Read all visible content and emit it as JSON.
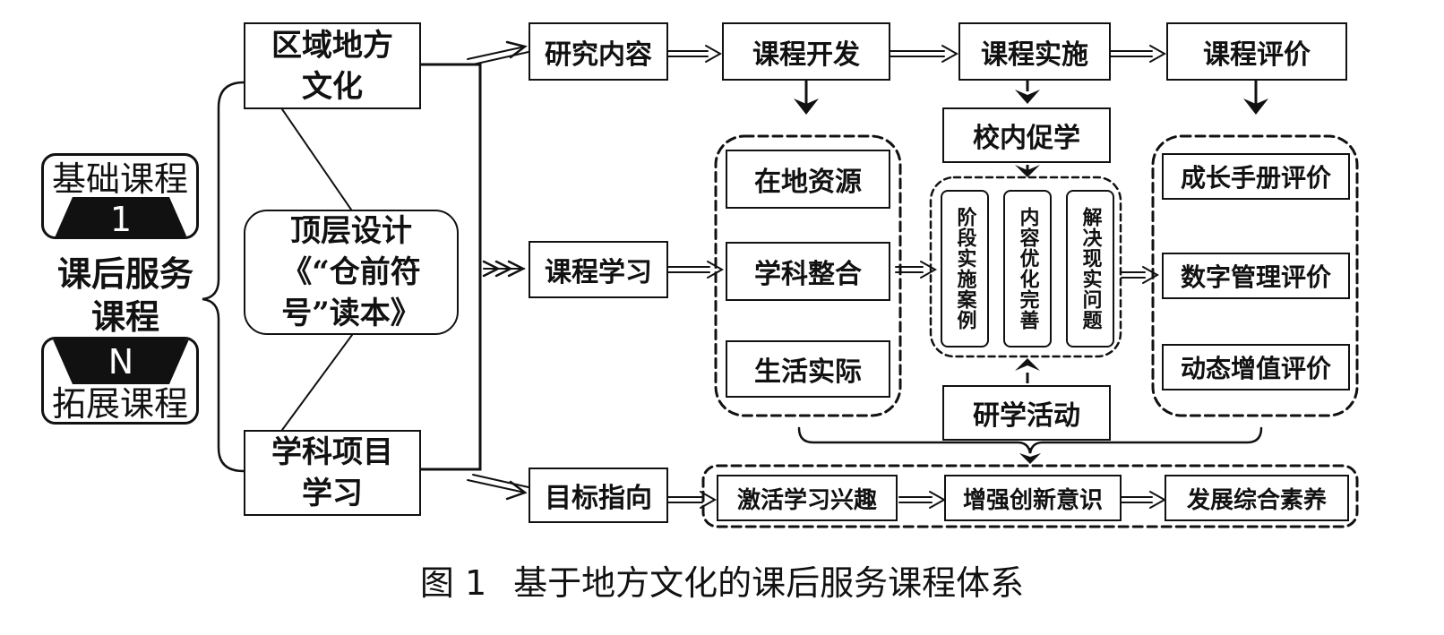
{
  "left": {
    "basic_label": "基础课程",
    "basic_num": "1",
    "main_label": "课后服务课程",
    "extend_num": "N",
    "extend_label": "拓展课程"
  },
  "sources": {
    "regional_culture": "区域地方文化",
    "top_design": "顶层设计《“仓前符号”读本》",
    "subject_project": "学科项目学习"
  },
  "row1": {
    "research": "研究内容",
    "dev": "课程开发",
    "impl": "课程实施",
    "eval": "课程评价"
  },
  "learning": "课程学习",
  "resources": [
    "在地资源",
    "学科整合",
    "生活实际"
  ],
  "school_promote": "校内促学",
  "study_activity": "研学活动",
  "vertical": [
    "阶段实施案例",
    "内容优化完善",
    "解决现实问题"
  ],
  "evaluations": [
    "成长手册评价",
    "数字管理评价",
    "动态增值评价"
  ],
  "goal": {
    "label": "目标指向",
    "items": [
      "激活学习兴趣",
      "增强创新意识",
      "发展综合素养"
    ]
  },
  "caption": {
    "number": "图 1",
    "title": "基于地方文化的课后服务课程体系"
  }
}
